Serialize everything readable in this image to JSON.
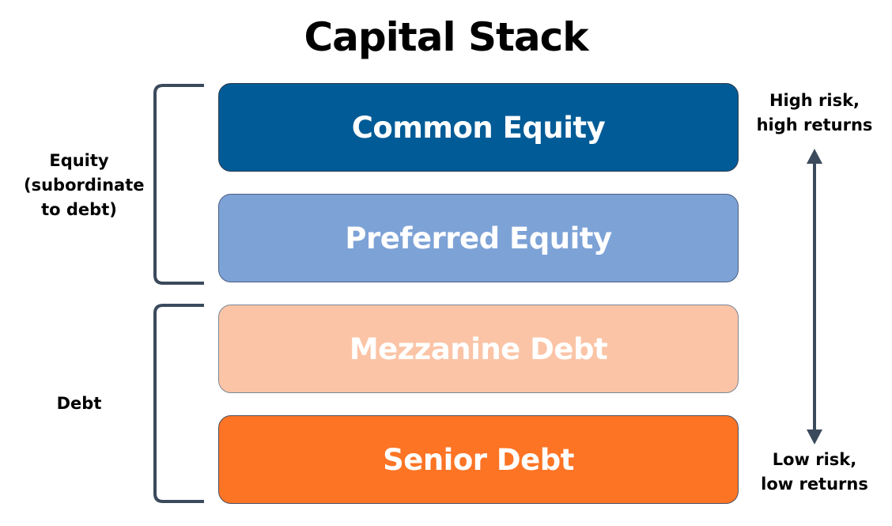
{
  "title": "Capital Stack",
  "layers": [
    {
      "label": "Common Equity",
      "fill": "#005b96",
      "border": "#2c3e50"
    },
    {
      "label": "Preferred Equity",
      "fill": "#7da2d6",
      "border": "#4a5f80"
    },
    {
      "label": "Mezzanine Debt",
      "fill": "#fbc4a6",
      "border": "#7a8796"
    },
    {
      "label": "Senior Debt",
      "fill": "#fd7425",
      "border": "#4a5060"
    }
  ],
  "groups": {
    "equity": {
      "line1": "Equity",
      "line2": "(subordinate",
      "line3": "to debt)"
    },
    "debt": {
      "label": "Debt"
    }
  },
  "risk": {
    "high_line1": "High risk,",
    "high_line2": "high returns",
    "low_line1": "Low risk,",
    "low_line2": "low returns"
  },
  "colors": {
    "bracket": "#3b4a5c",
    "arrow": "#3b4a5c"
  }
}
